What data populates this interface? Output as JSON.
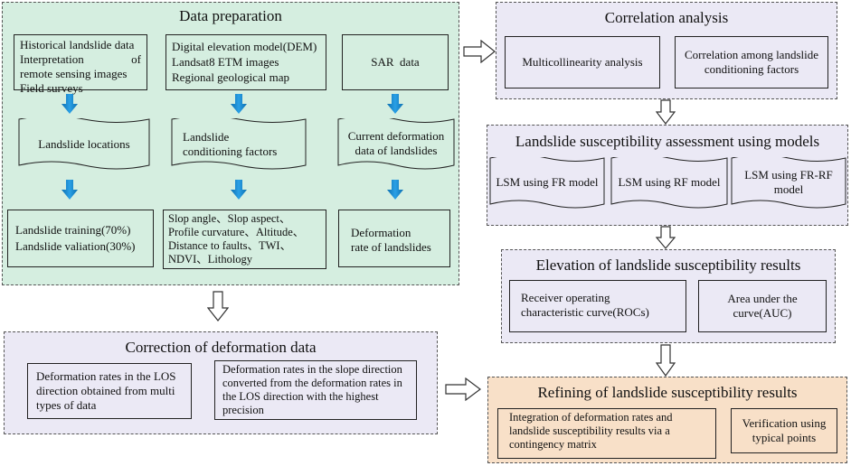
{
  "data_prep": {
    "title": "Data preparation",
    "source_a": [
      "Historical landslide data",
      "Interpretation of",
      "remote sensing images",
      "Field surveys"
    ],
    "source_b": [
      "Digital elevation model(DEM)",
      "Landsat8 ETM images",
      "Regional geological map"
    ],
    "source_c": "SAR  data",
    "wave_a": "Landslide locations",
    "wave_b": [
      "Landslide",
      "conditioning factors"
    ],
    "wave_c": [
      "Current deformation",
      "data of landslides"
    ],
    "out_a": [
      "Landslide training(70%)",
      "Landslide valiation(30%)"
    ],
    "out_b": [
      "Slop angle、Slop aspect、",
      "Profile curvature、Altitude、",
      "Distance to faults、TWI、",
      "NDVI、Lithology"
    ],
    "out_c": [
      "Deformation",
      "rate of landslides"
    ]
  },
  "correlation": {
    "title": "Correlation analysis",
    "box1": "Multicollinearity analysis",
    "box2": [
      "Correlation among landslide",
      "conditioning factors"
    ]
  },
  "lsm": {
    "title": "Landslide susceptibility assessment using models",
    "m1": "LSM using FR model",
    "m2": "LSM using RF model",
    "m3": [
      "LSM using FR-RF",
      "model"
    ]
  },
  "elevation": {
    "title": "Elevation of landslide susceptibility results",
    "box1": [
      "Receiver operating",
      "characteristic curve(ROCs)"
    ],
    "box2": [
      "Area under the",
      "curve(AUC)"
    ]
  },
  "correction": {
    "title": "Correction of deformation data",
    "box1": [
      "Deformation rates in the LOS",
      "direction obtained from multi",
      "types of data"
    ],
    "box2": [
      "Deformation rates in the slope direction",
      "converted from the deformation rates in",
      "the LOS direction with the highest",
      "precision"
    ]
  },
  "refining": {
    "title": "Refining of landslide susceptibility results",
    "box1": [
      "Integration of deformation rates and",
      "landslide susceptibility results via a",
      "contingency matrix"
    ],
    "box2": [
      "Verification using",
      "typical points"
    ]
  },
  "colors": {
    "green_panel": "#d5eee0",
    "lavender_panel": "#ebe9f5",
    "peach_panel": "#f8e0c8",
    "blue_arrow": "#1a86cc"
  }
}
